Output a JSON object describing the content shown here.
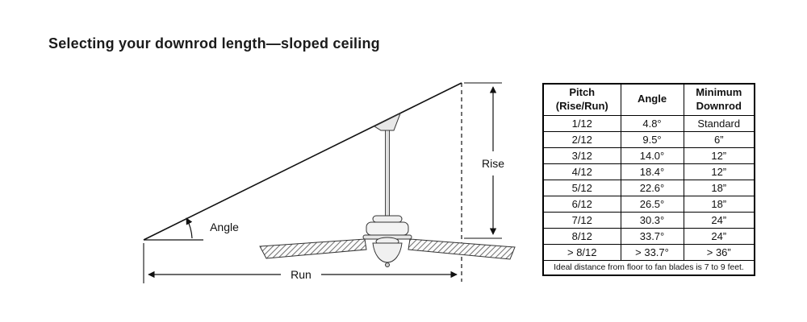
{
  "title": "Selecting your downrod length—sloped ceiling",
  "diagram": {
    "rise_label": "Rise",
    "run_label": "Run",
    "angle_label": "Angle"
  },
  "table": {
    "header": {
      "pitch_line1": "Pitch",
      "pitch_line2": "(Rise/Run)",
      "angle": "Angle",
      "downrod_line1": "Minimum",
      "downrod_line2": "Downrod"
    },
    "rows": [
      {
        "pitch": "1/12",
        "angle": "4.8°",
        "downrod": "Standard"
      },
      {
        "pitch": "2/12",
        "angle": "9.5°",
        "downrod": "6”"
      },
      {
        "pitch": "3/12",
        "angle": "14.0°",
        "downrod": "12”"
      },
      {
        "pitch": "4/12",
        "angle": "18.4°",
        "downrod": "12”"
      },
      {
        "pitch": "5/12",
        "angle": "22.6°",
        "downrod": "18”"
      },
      {
        "pitch": "6/12",
        "angle": "26.5°",
        "downrod": "18”"
      },
      {
        "pitch": "7/12",
        "angle": "30.3°",
        "downrod": "24”"
      },
      {
        "pitch": "8/12",
        "angle": "33.7°",
        "downrod": "24”"
      },
      {
        "pitch": "> 8/12",
        "angle": "> 33.7°",
        "downrod": "> 36”"
      }
    ],
    "footnote": "Ideal distance from floor to fan blades is 7 to 9 feet."
  }
}
